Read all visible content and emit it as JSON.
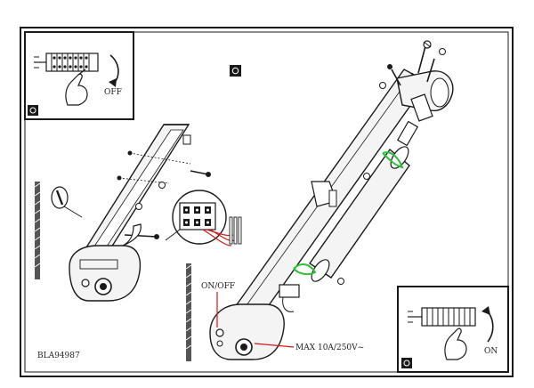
{
  "labels": {
    "off": "OFF",
    "on": "ON",
    "on_off": "ON/OFF",
    "max_rating": "MAX 10A/250V~",
    "model_code": "BLA94987"
  },
  "colors": {
    "ink": "#1a1a1a",
    "hatch": "#555555",
    "wire_red": "#d01a1a",
    "clip_green": "#2fbf3a"
  },
  "icons": [
    "rotate-arrow-icon",
    "hand-pointer-icon",
    "screwdriver-icon",
    "screw-icon",
    "step-marker-icon"
  ]
}
